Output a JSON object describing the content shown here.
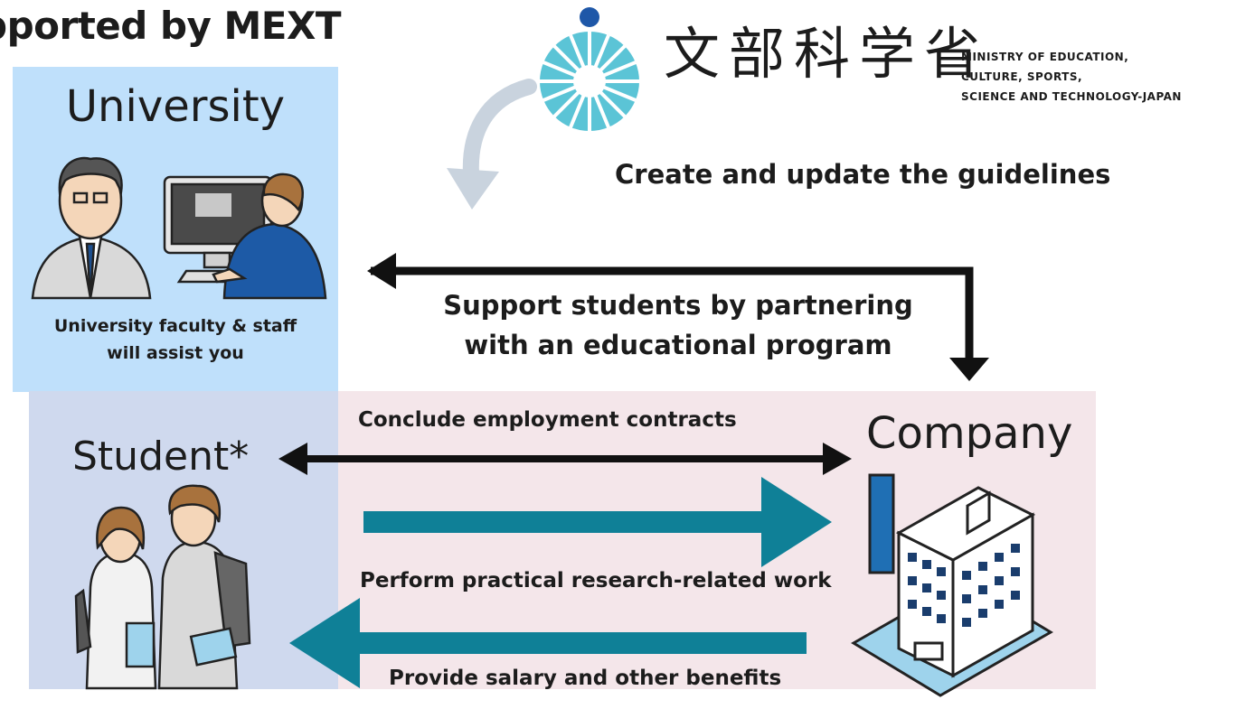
{
  "header": {
    "title": "pported by MEXT"
  },
  "mext": {
    "kanji": "文部科学省",
    "ministry_lines": [
      "MINISTRY OF EDUCATION,",
      "CULTURE, SPORTS,",
      "SCIENCE AND TECHNOLOGY-JAPAN"
    ],
    "guidelines": "Create and update the guidelines"
  },
  "university": {
    "title": "University",
    "caption_lines": [
      "University faculty & staff",
      "will assist you"
    ]
  },
  "support": {
    "lines": [
      "Support students by partnering",
      "with an educational program"
    ]
  },
  "student": {
    "title": "Student*"
  },
  "company": {
    "title": "Company"
  },
  "flows": {
    "contract": "Conclude employment contracts",
    "work": "Perform practical research-related work",
    "salary": "Provide salary and other benefits"
  },
  "colors": {
    "university_bg": "#bfe0fb",
    "student_bg": "#cfd9ee",
    "company_bg": "#f4e6ea",
    "teal_arrow": "#0f8097",
    "logo_blue": "#1e57a8",
    "logo_teal": "#5bc4d6",
    "gray_arrow": "#c9d3de"
  }
}
